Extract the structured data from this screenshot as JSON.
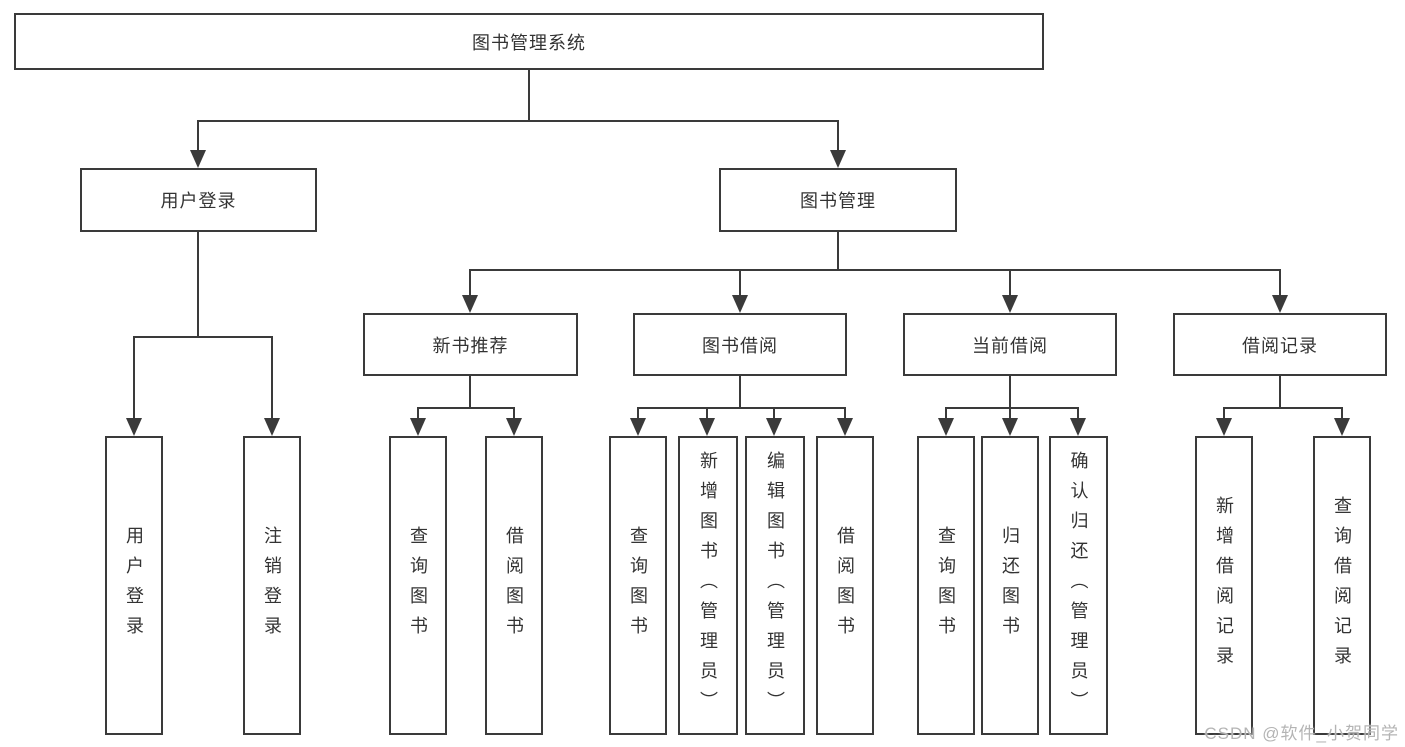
{
  "colors": {
    "line": "#3a3a3a",
    "text": "#333333",
    "background": "#ffffff",
    "watermark": "#b4b4b4"
  },
  "watermark": "CSDN @软件_小贺同学",
  "tree": {
    "root": {
      "label": "图书管理系统"
    },
    "branches": [
      {
        "label": "用户登录",
        "children": [
          {
            "label": "用户登录"
          },
          {
            "label": "注销登录"
          }
        ]
      },
      {
        "label": "图书管理",
        "children": [
          {
            "label": "新书推荐",
            "children": [
              {
                "label": "查询图书"
              },
              {
                "label": "借阅图书"
              }
            ]
          },
          {
            "label": "图书借阅",
            "children": [
              {
                "label": "查询图书"
              },
              {
                "label": "新增图书（管理员）"
              },
              {
                "label": "编辑图书（管理员）"
              },
              {
                "label": "借阅图书"
              }
            ]
          },
          {
            "label": "当前借阅",
            "children": [
              {
                "label": "查询图书"
              },
              {
                "label": "归还图书"
              },
              {
                "label": "确认归还（管理员）"
              }
            ]
          },
          {
            "label": "借阅记录",
            "children": [
              {
                "label": "新增借阅记录"
              },
              {
                "label": "查询借阅记录"
              }
            ]
          }
        ]
      }
    ]
  }
}
